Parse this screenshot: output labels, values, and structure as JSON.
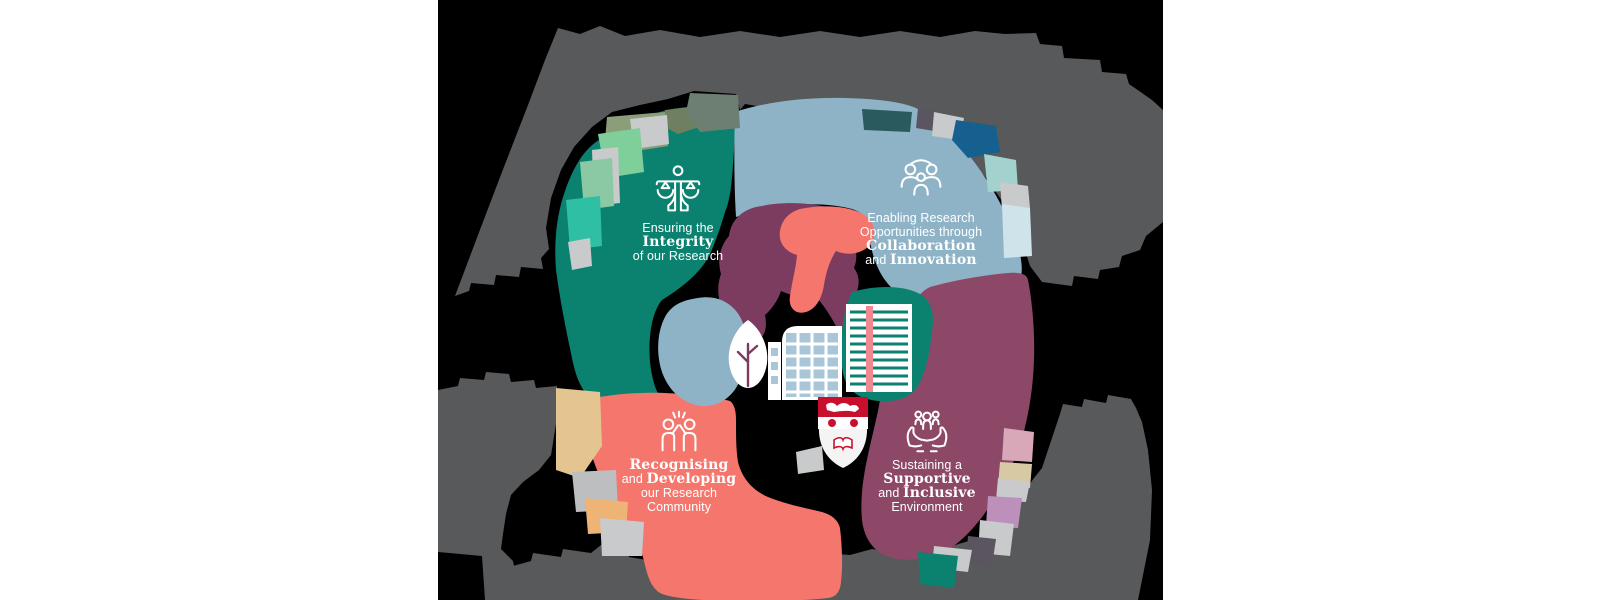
{
  "diagram": {
    "description": "Research strategy wheel of four organic theme blobs around a central campus illustration, surrounded by dark-grey silhouette shapes and small mosaic patches on a black panel centered on a white page",
    "themes": {
      "integrity": {
        "icon": "scales-icon",
        "color": "#0B8170",
        "line1": "Ensuring the",
        "line2": "Integrity",
        "line3": "of our Research"
      },
      "collaboration": {
        "icon": "people-group-icon",
        "color": "#8FB3C6",
        "line1": "Enabling Research",
        "line2": "Opportunities through",
        "line3": "Collaboration",
        "line4a": "and ",
        "line4b": "Innovation"
      },
      "community": {
        "icon": "high-five-icon",
        "color": "#F5766D",
        "line1": "Recognising",
        "line2a": "and ",
        "line2b": "Developing",
        "line3": "our Research",
        "line4": "Community"
      },
      "supportive": {
        "icon": "caring-hands-icon",
        "color": "#8D4867",
        "line1": "Sustaining a",
        "line2": "Supportive",
        "line3a": "and ",
        "line3b": "Inclusive",
        "line4": "Environment"
      }
    },
    "palette": {
      "page_background": "#FFFFFF",
      "panel_background": "#000000",
      "grey_silhouette": "#58595B",
      "plum_center": "#7B3C60",
      "shield_red": "#C8102E",
      "building_window_blue": "#A9C6D8",
      "building_stripe_pink": "#F08A92",
      "mosaic": [
        "#6E8060",
        "#8C9D79",
        "#C9CACB",
        "#7FCF9B",
        "#8BC9A4",
        "#2EBFA5",
        "#6D7F72",
        "#2A5A5E",
        "#15608F",
        "#A3D1CD",
        "#CFE3EA",
        "#D6C9A3",
        "#BD8FBB",
        "#5A5560",
        "#D8A8B8",
        "#E4C48F",
        "#BCBEC0",
        "#EFB375"
      ]
    }
  }
}
